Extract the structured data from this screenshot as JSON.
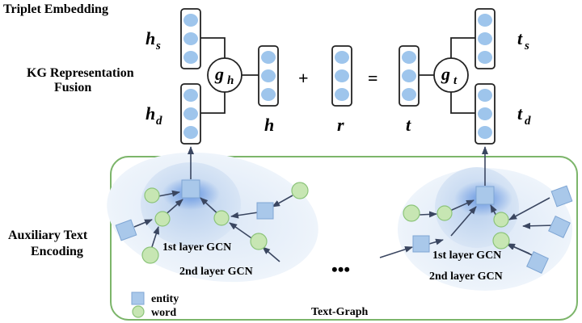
{
  "sections": {
    "triplet_embedding": "Triplet Embedding",
    "kg_fusion_line1": "KG Representation",
    "kg_fusion_line2": "Fusion",
    "aux_text_line1": "Auxiliary Text",
    "aux_text_line2": "Encoding"
  },
  "symbols": {
    "h": "h",
    "s": "s",
    "d": "d",
    "g": "g",
    "t": "t",
    "r": "r",
    "plus": "+",
    "equals": "="
  },
  "gcn": {
    "left_first": "1st  layer GCN",
    "left_second": "2nd  layer GCN",
    "right_first": "1st  layer GCN",
    "right_second": "2nd  layer GCN",
    "ellipsis": "•••"
  },
  "legend": {
    "entity": "entity",
    "word": "word",
    "text_graph": "Text-Graph"
  },
  "colors": {
    "vector_fill": "#9ec5ec",
    "entity_fill": "#a9c8ea",
    "word_fill": "#c7e6b3",
    "word_stroke": "#8cc47a",
    "panel_stroke": "#7cb56a"
  }
}
